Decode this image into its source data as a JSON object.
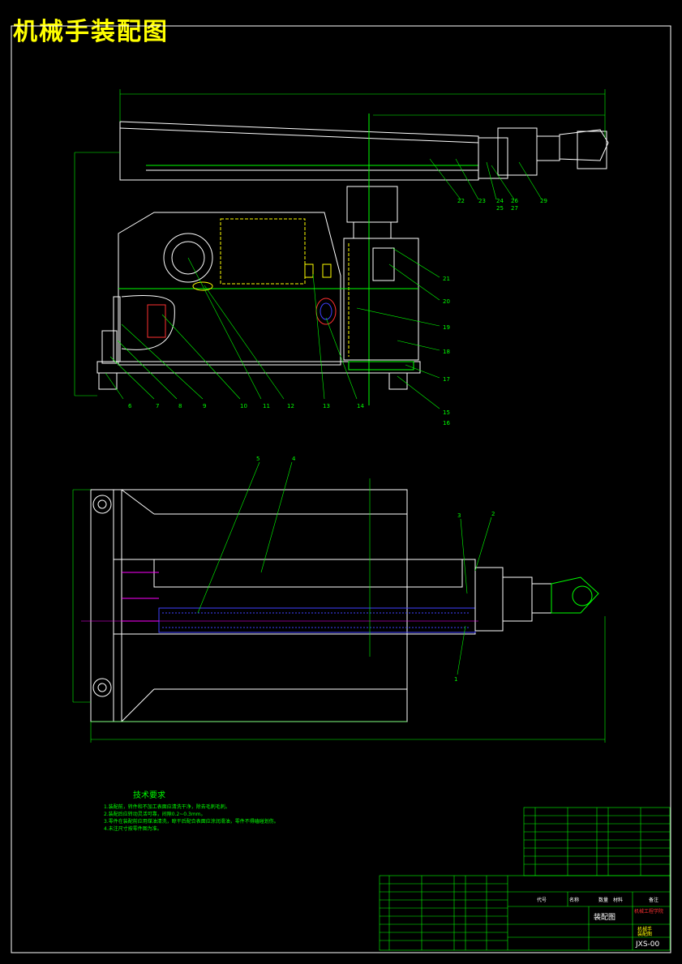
{
  "title": "机械手装配图",
  "tech_requirements": {
    "heading": "技术要求",
    "notes": [
      "1.装配前，转件和不加工表面应清洗干净，除去毛刺毛刺。",
      "2.装配后应转动灵活可靠，间隙0.2~0.3mm。",
      "3.零件在装配前应用煤油清洗，晾干后配合表面应涂润滑油，零件不得磕碰划伤。",
      "4.未注尺寸按零件图为准。"
    ]
  },
  "part_numbers": {
    "front_view": [
      "6",
      "7",
      "8",
      "9",
      "10",
      "11",
      "12",
      "13",
      "14",
      "15",
      "16",
      "17",
      "18",
      "19",
      "20",
      "21",
      "22",
      "23",
      "24",
      "25",
      "26",
      "27",
      "29"
    ],
    "top_view": [
      "1",
      "2",
      "3",
      "4",
      "5"
    ]
  },
  "title_block": {
    "drawing_type": "装配图",
    "drawing_number": "JXS-00",
    "headers": [
      "代号",
      "名称",
      "数量",
      "材料",
      "备注"
    ],
    "right_labels": [
      "机械手",
      "装配图"
    ],
    "org_label": "机械工程学院"
  },
  "colors": {
    "outline": "#ffffff",
    "dimension": "#00ff00",
    "centerline": "#ff00ff",
    "hidden": "#ffff00",
    "accent_blue": "#4040ff",
    "accent_red": "#ff3030",
    "title": "#ffff00"
  }
}
